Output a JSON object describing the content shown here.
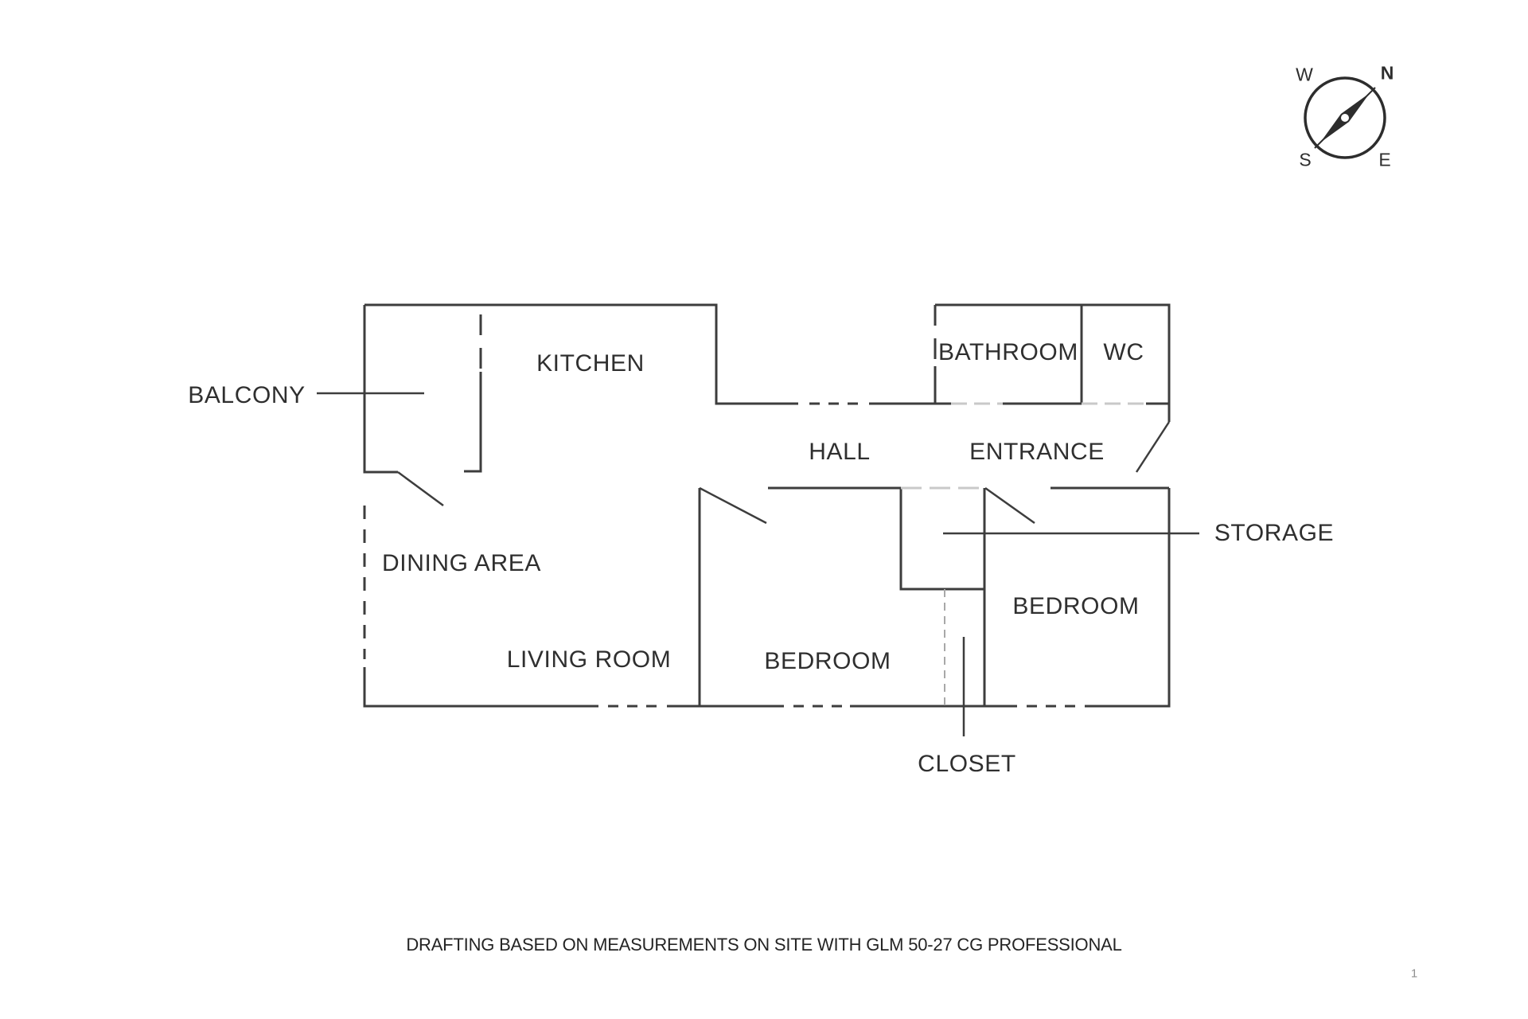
{
  "rooms": {
    "balcony": "BALCONY",
    "kitchen": "KITCHEN",
    "bathroom": "BATHROOM",
    "wc": "WC",
    "hall": "HALL",
    "entrance": "ENTRANCE",
    "dining_area": "DINING AREA",
    "storage": "STORAGE",
    "bedroom_middle": "BEDROOM",
    "bedroom_right": "BEDROOM",
    "living_room": "LIVING ROOM",
    "closet": "CLOSET"
  },
  "compass": {
    "north": "N",
    "east": "E",
    "south": "S",
    "west": "W"
  },
  "footer": {
    "note": "DRAFTING BASED ON MEASUREMENTS ON SITE WITH GLM 50-27 CG PROFESSIONAL",
    "page_number": "1"
  },
  "colors": {
    "wall": "#3d3d3d",
    "door_opening_dash": "#c9c9c9",
    "closet_line": "#a8a8a8",
    "text": "#2f2f2f",
    "page_number": "#8f8f8f",
    "compass": "#2d2d2d"
  }
}
